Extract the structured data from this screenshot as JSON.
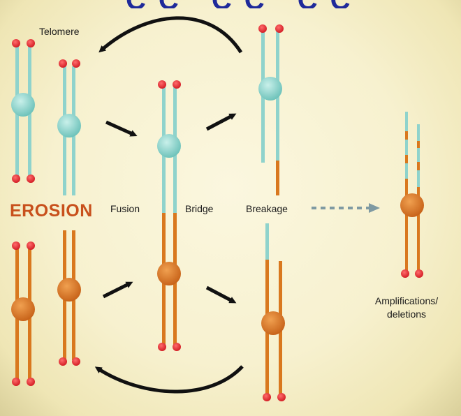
{
  "title_fragment": "CC   CC  CC",
  "labels": {
    "telomere": "Telomere",
    "erosion": "EROSION",
    "fusion": "Fusion",
    "bridge": "Bridge",
    "breakage": "Breakage",
    "amplifications_line1": "Amplifications/",
    "amplifications_line2": "deletions"
  },
  "colors": {
    "teal": "#8fd3cc",
    "orange": "#d9781e",
    "telomere_red": "#e3202a",
    "arrow": "#111111",
    "dotted_arrow": "#7f9aa2",
    "erosion_text": "#c8501c"
  }
}
